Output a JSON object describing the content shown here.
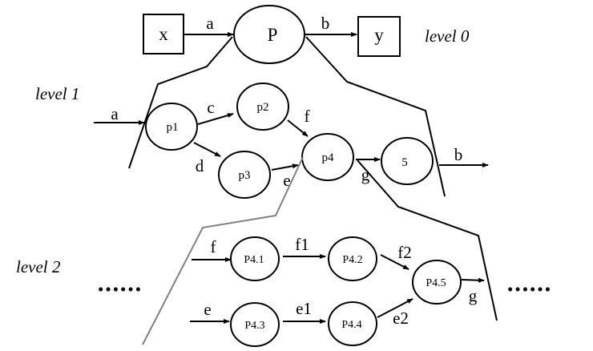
{
  "diagram": {
    "type": "data-flow-diagram-levels",
    "levels": [
      {
        "label": "level 0"
      },
      {
        "label": "level 1"
      },
      {
        "label": "level 2"
      }
    ],
    "level0": {
      "entities": [
        {
          "id": "x",
          "label": "x"
        },
        {
          "id": "y",
          "label": "y"
        }
      ],
      "process": {
        "id": "P",
        "label": "P"
      },
      "flows": [
        {
          "from": "x",
          "to": "P",
          "label": "a"
        },
        {
          "from": "P",
          "to": "y",
          "label": "b"
        }
      ]
    },
    "level1": {
      "processes": [
        {
          "id": "p1",
          "label": "p1"
        },
        {
          "id": "p2",
          "label": "p2"
        },
        {
          "id": "p3",
          "label": "p3"
        },
        {
          "id": "p4",
          "label": "p4"
        },
        {
          "id": "p5",
          "label": "5"
        }
      ],
      "flows": [
        {
          "from": "in",
          "to": "p1",
          "label": "a"
        },
        {
          "from": "p1",
          "to": "p2",
          "label": "c"
        },
        {
          "from": "p1",
          "to": "p3",
          "label": "d"
        },
        {
          "from": "p2",
          "to": "p4",
          "label": "f"
        },
        {
          "from": "p3",
          "to": "p4",
          "label": "e"
        },
        {
          "from": "p4",
          "to": "p5",
          "label": "g"
        },
        {
          "from": "p5",
          "to": "out",
          "label": "b"
        }
      ]
    },
    "level2": {
      "processes": [
        {
          "id": "P4.1",
          "label": "P4.1"
        },
        {
          "id": "P4.2",
          "label": "P4.2"
        },
        {
          "id": "P4.3",
          "label": "P4.3"
        },
        {
          "id": "P4.4",
          "label": "P4.4"
        },
        {
          "id": "P4.5",
          "label": "P4.5"
        }
      ],
      "flows": [
        {
          "from": "in",
          "to": "P4.1",
          "label": "f"
        },
        {
          "from": "P4.1",
          "to": "P4.2",
          "label": "f1"
        },
        {
          "from": "P4.2",
          "to": "P4.5",
          "label": "f2"
        },
        {
          "from": "in",
          "to": "P4.3",
          "label": "e"
        },
        {
          "from": "P4.3",
          "to": "P4.4",
          "label": "e1"
        },
        {
          "from": "P4.4",
          "to": "P4.5",
          "label": "e2"
        },
        {
          "from": "P4.5",
          "to": "out",
          "label": "g"
        }
      ],
      "ellipsis_left": "••••••",
      "ellipsis_right": "••••••"
    }
  }
}
